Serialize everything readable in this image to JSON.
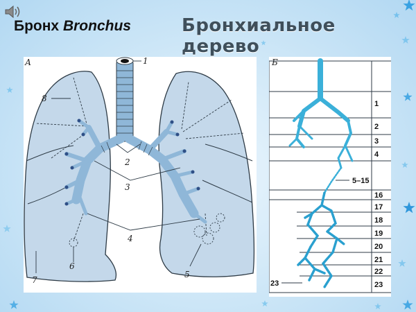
{
  "header": {
    "title_ru": "Бронх",
    "title_latin": "Bronchus",
    "subtitle": "Бронхиальное дерево"
  },
  "panel_a": {
    "label": "А",
    "callouts": [
      "1",
      "2",
      "3",
      "4",
      "5",
      "6",
      "7",
      "8"
    ]
  },
  "panel_b": {
    "label": "Б",
    "right_labels": [
      "1",
      "2",
      "3",
      "4",
      "5–15",
      "16",
      "17",
      "18",
      "19",
      "20",
      "21",
      "22",
      "23"
    ],
    "left_label": "23"
  },
  "colors": {
    "lung_fill": "#c4d8ea",
    "bronchus": "#8fb7d8",
    "tree_blue": "#3bb0d9",
    "accent_star": "#2a9be0"
  },
  "icons": [
    "speaker-icon",
    "star-decoration"
  ]
}
